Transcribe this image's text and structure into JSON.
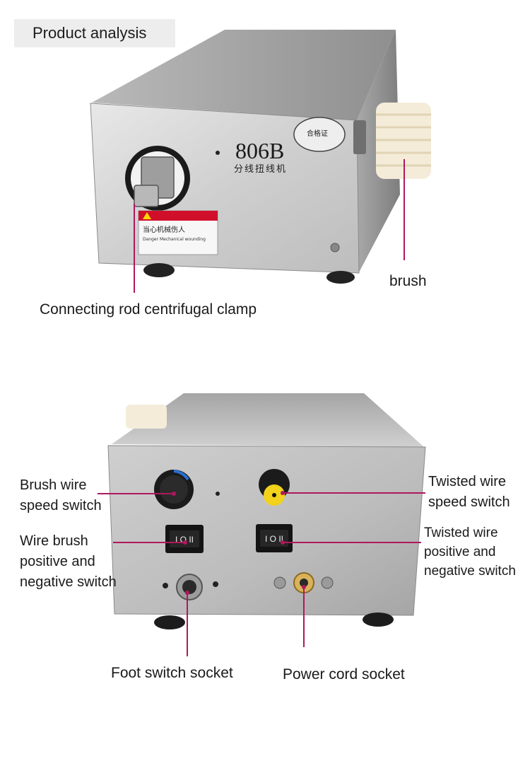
{
  "section_title": "Product analysis",
  "front_view": {
    "model_text": "806B",
    "subtitle_cn": "分线扭线机",
    "cert_label_cn": "合格证",
    "warning_cn": "当心机械伤人",
    "warning_en": "Danger Mechanical wounding",
    "labels": {
      "clamp": "Connecting rod centrifugal clamp",
      "brush": "brush"
    }
  },
  "back_view": {
    "switch_text": "I O II",
    "labels": {
      "brush_speed": [
        "Brush wire",
        "speed switch"
      ],
      "twisted_speed": [
        "Twisted wire",
        "speed switch"
      ],
      "wire_brush_dir": [
        "Wire brush",
        "positive and",
        "negative switch"
      ],
      "twisted_dir": [
        "Twisted wire",
        "positive and",
        "negative switch"
      ],
      "foot_socket": "Foot switch socket",
      "power_socket": "Power cord socket"
    }
  },
  "colors": {
    "leader": "#b0185e",
    "steel_light": "#dcdcdc",
    "steel_dark": "#9a9a9a"
  }
}
